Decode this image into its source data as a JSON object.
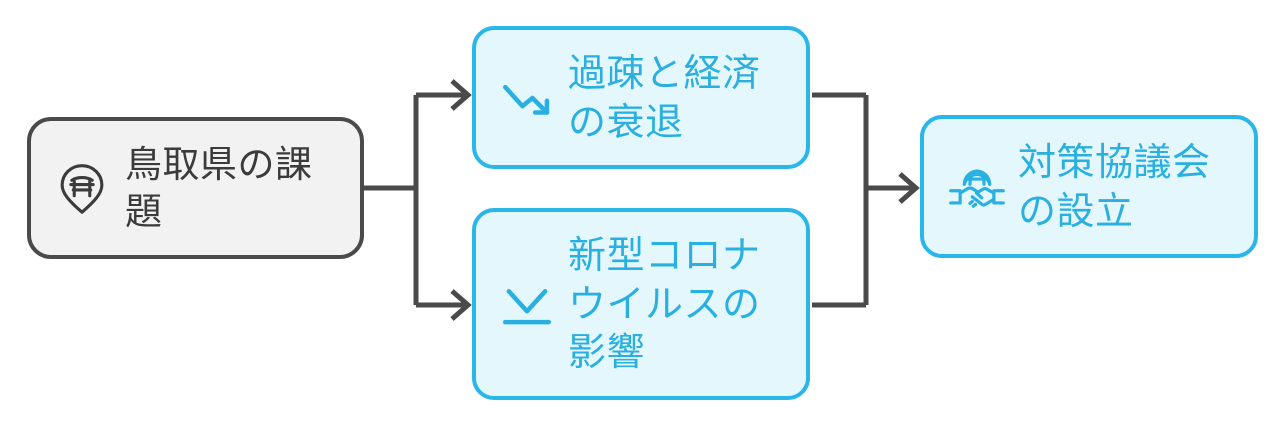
{
  "diagram": {
    "type": "flowchart",
    "direction": "left-to-right",
    "background_color": "#ffffff",
    "connector_color": "#4a4a4a",
    "accent_color": "#29b6e8",
    "accent_fill_color": "#e4f7fd",
    "accent_text_color": "#29b0e0",
    "root_fill_color": "#f2f2f2",
    "root_border_color": "#4a4a4a",
    "root_text_color": "#3b3b3b",
    "nodes": [
      {
        "id": "root",
        "label": "鳥取県の課題",
        "icon": "map-pin-torii-icon",
        "style": "gray"
      },
      {
        "id": "decline",
        "label": "過疎と経済の衰退",
        "icon": "trend-down-arrow-icon",
        "style": "blue"
      },
      {
        "id": "covid",
        "label": "新型コロナウイルスの影響",
        "icon": "chevron-down-line-icon",
        "style": "blue"
      },
      {
        "id": "council",
        "label": "対策協議会の設立",
        "icon": "handshake-globe-icon",
        "style": "blue"
      }
    ],
    "edges": [
      {
        "from": "root",
        "to": "decline"
      },
      {
        "from": "root",
        "to": "covid"
      },
      {
        "from": "decline",
        "to": "council"
      },
      {
        "from": "covid",
        "to": "council"
      }
    ]
  }
}
